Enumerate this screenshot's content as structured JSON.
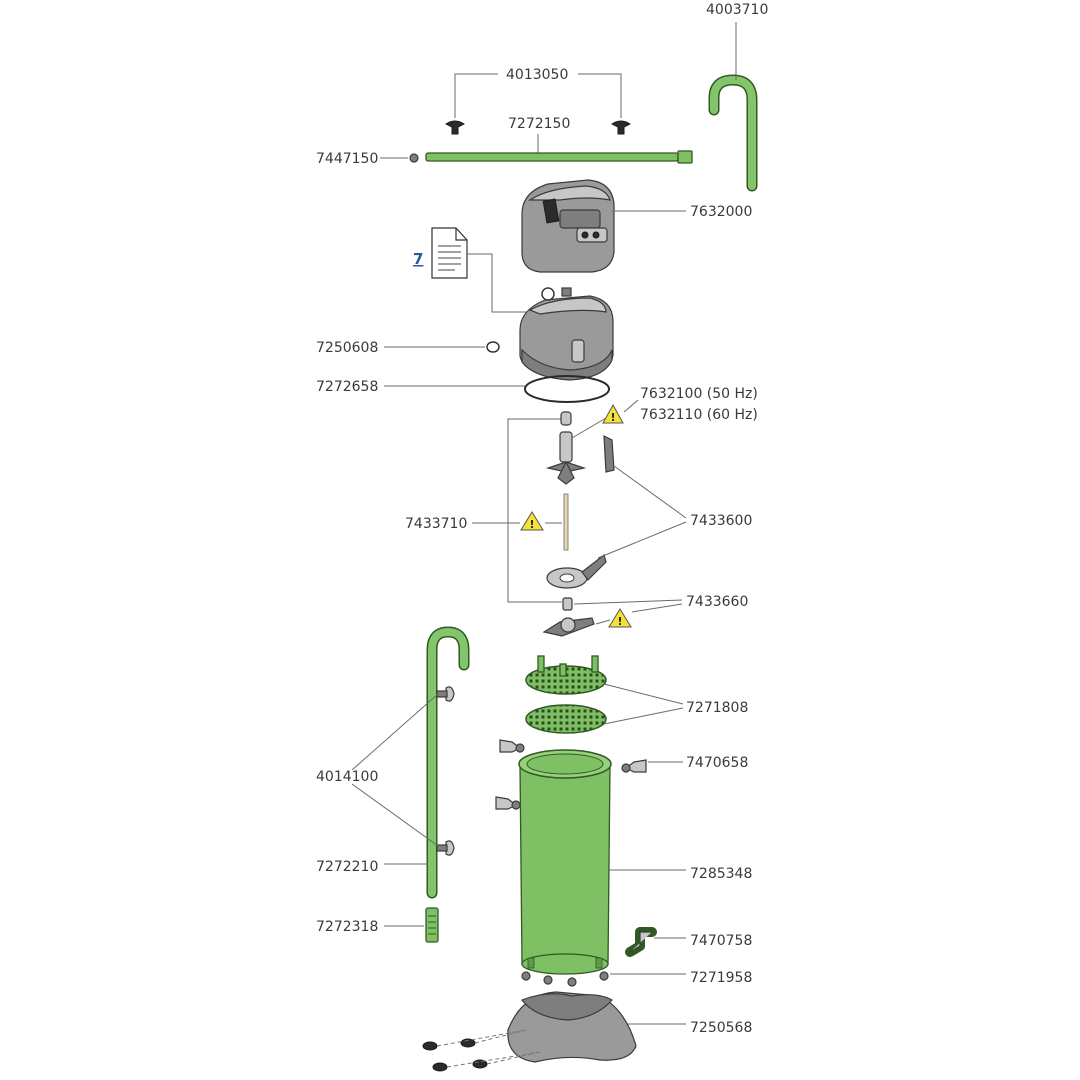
{
  "parts": {
    "p4003710": "4003710",
    "p4013050": "4013050",
    "p7272150": "7272150",
    "p7447150": "7447150",
    "p7632000": "7632000",
    "p7250608": "7250608",
    "p7272658": "7272658",
    "p7632100": "7632100 (50 Hz)",
    "p7632110": "7632110 (60 Hz)",
    "p7433710": "7433710",
    "p7433600": "7433600",
    "p7433660": "7433660",
    "p7271808": "7271808",
    "p7470658": "7470658",
    "p4014100": "4014100",
    "p7272210": "7272210",
    "p7285348": "7285348",
    "p7272318": "7272318",
    "p7470758": "7470758",
    "p7271958": "7271958",
    "p7250568": "7250568"
  },
  "manual": {
    "label": "7"
  },
  "warning_symbol": "!",
  "colors": {
    "tube_green": "#7fc064",
    "part_grey": "#9a9a9a",
    "warning_yellow": "#f4e23b",
    "link_blue": "#2a5a9a"
  }
}
